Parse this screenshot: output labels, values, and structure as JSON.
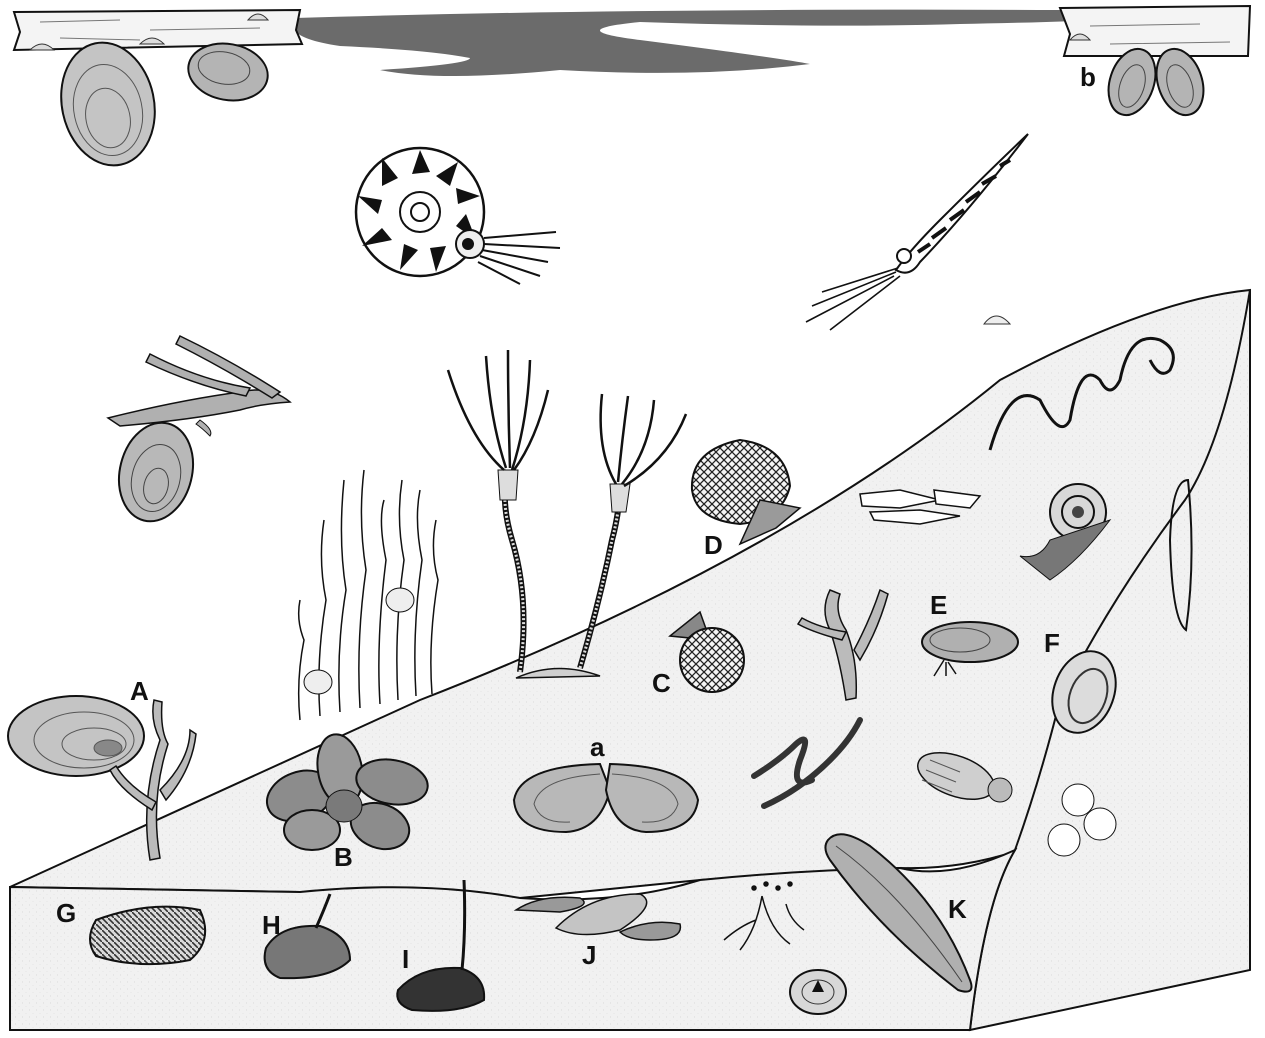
{
  "labels": {
    "A": "A",
    "B": "B",
    "C": "C",
    "D": "D",
    "E": "E",
    "F": "F",
    "G": "G",
    "H": "H",
    "I": "I",
    "J": "J",
    "K": "K",
    "a": "a",
    "b": "b"
  },
  "colors": {
    "sediment": "#f1f1f1",
    "water_surface": "#6b6b6b",
    "wood": "#f4f4f4",
    "shell_light": "#c4c4c4",
    "shell_mid": "#9a9a9a",
    "shell_dark": "#2a2a2a",
    "outline": "#111111"
  }
}
